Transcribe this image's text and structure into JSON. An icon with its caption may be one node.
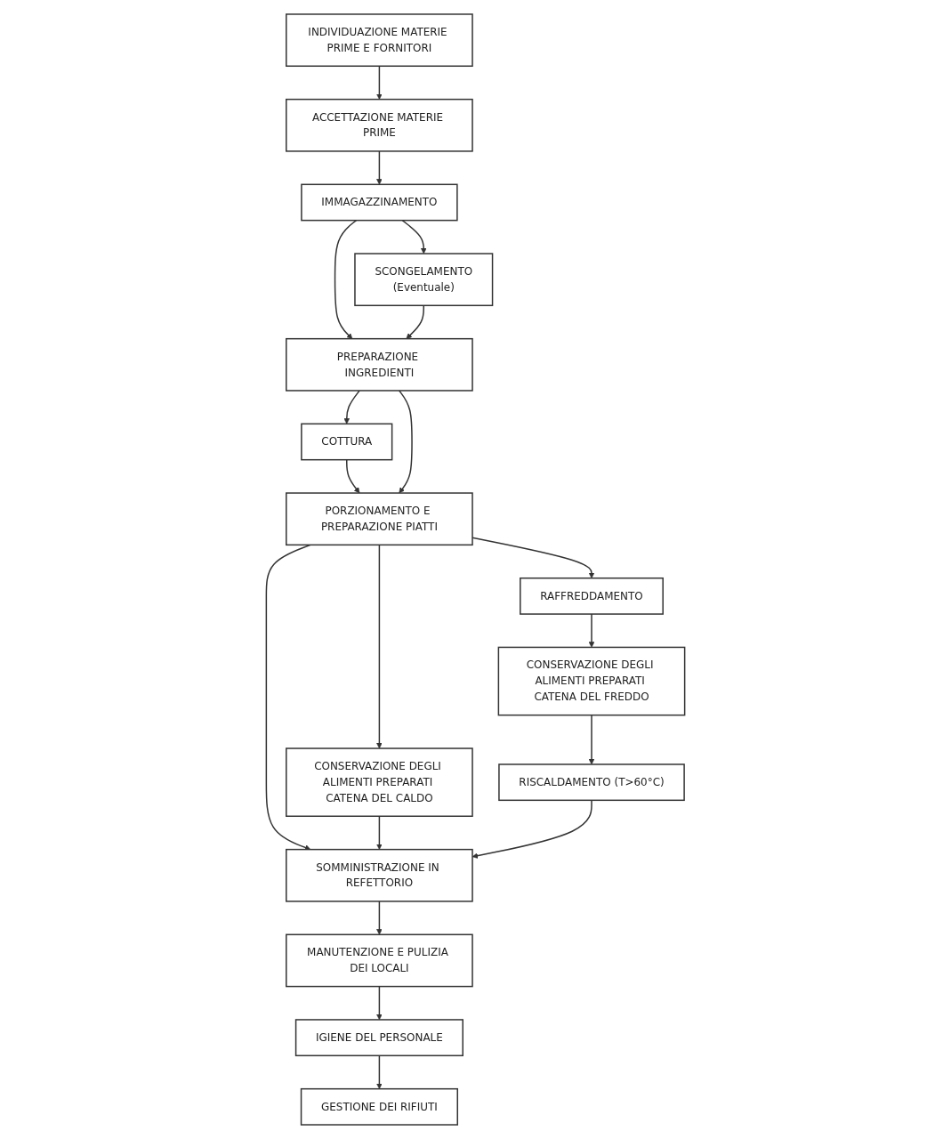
{
  "diagram": {
    "nodes": [
      {
        "text": [
          "INDIVIDUAZIONE MATERIE PRIME E FORNITORI"
        ]
      },
      {
        "text": [
          "ACCETTAZIONE MATERIE PRIME"
        ]
      },
      {
        "text": [
          "IMMAGAZZINAMENTO"
        ]
      },
      {
        "text": [
          "COTTURA"
        ]
      },
      {
        "text": [
          "PREPARAZIONE INGREDIENTI"
        ]
      },
      {
        "text": [
          "SCONGELAMENTO",
          "(Eventuale)"
        ]
      },
      {
        "text": [
          "PORZIONAMENTO E PREPARAZIONE PIATTI"
        ]
      },
      {
        "text": [
          "RAFFREDDAMENTO"
        ]
      },
      {
        "text": [
          "CONSERVAZIONE DEGLI ALIMENTI PREPARATI CATENA DEL CALDO"
        ]
      },
      {
        "text": [
          "SOMMINISTRAZIONE IN REFETTORIO"
        ]
      },
      {
        "text": [
          "RISCALDAMENTO (T>60°C)"
        ]
      },
      {
        "text": [
          "CONSERVAZIONE DEGLI ALIMENTI PREPARATI CATENA DEL FREDDO"
        ]
      },
      {
        "text": [
          "MANUTENZIONE E PULIZIA DEI LOCALI"
        ]
      },
      {
        "text": [
          "IGIENE DEL PERSONALE"
        ]
      },
      {
        "text": [
          "GESTIONE DEI RIFIUTI"
        ]
      }
    ],
    "edges": [
      {
        "from": 0,
        "to": 1,
        "arrow": "to"
      },
      {
        "from": 1,
        "to": 2,
        "arrow": "to"
      },
      {
        "from": 2,
        "to": 4,
        "arrow": "to"
      },
      {
        "from": 2,
        "to": 5,
        "arrow": "to"
      },
      {
        "from": 5,
        "to": 4,
        "arrow": "to"
      },
      {
        "from": 4,
        "to": 3,
        "arrow": "to"
      },
      {
        "from": 3,
        "to": 6,
        "arrow": "to"
      },
      {
        "from": 4,
        "to": 6,
        "arrow": "to"
      },
      {
        "from": 6,
        "to": 7,
        "arrow": "to"
      },
      {
        "from": 6,
        "to": 9,
        "arrow": "to"
      },
      {
        "from": 6,
        "to": 8,
        "arrow": "to"
      },
      {
        "from": 8,
        "to": 9,
        "arrow": "to"
      },
      {
        "from": 7,
        "to": 11,
        "arrow": "to"
      },
      {
        "from": 11,
        "to": 10,
        "arrow": "to"
      },
      {
        "from": 10,
        "to": 9,
        "arrow": "to"
      },
      {
        "from": 9,
        "to": 12,
        "arrow": "to"
      },
      {
        "from": 12,
        "to": 13,
        "arrow": "to"
      },
      {
        "from": 13,
        "to": 14,
        "arrow": "to"
      }
    ]
  }
}
